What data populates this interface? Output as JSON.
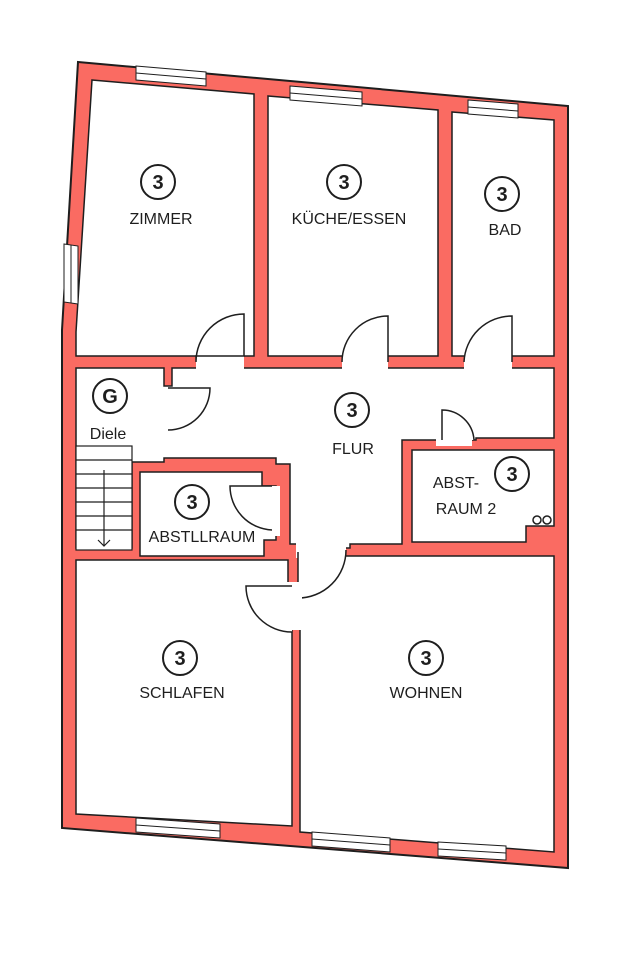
{
  "colors": {
    "wall": "#fa6b62",
    "outline": "#1e1e1e",
    "background": "#ffffff"
  },
  "rooms": {
    "zimmer": {
      "label": "ZIMMER",
      "badge": "3"
    },
    "kueche": {
      "label": "KÜCHE/ESSEN",
      "badge": "3"
    },
    "bad": {
      "label": "BAD",
      "badge": "3"
    },
    "diele": {
      "label": "Diele",
      "badge": "G"
    },
    "flur": {
      "label": "FLUR",
      "badge": "3"
    },
    "abstellraum": {
      "label": "ABSTLLRAUM",
      "badge": "3"
    },
    "abstraum2": {
      "label_line1": "ABST-",
      "label_line2": "RAUM 2",
      "badge": "3"
    },
    "schlafen": {
      "label": "SCHLAFEN",
      "badge": "3"
    },
    "wohnen": {
      "label": "WOHNEN",
      "badge": "3"
    }
  }
}
